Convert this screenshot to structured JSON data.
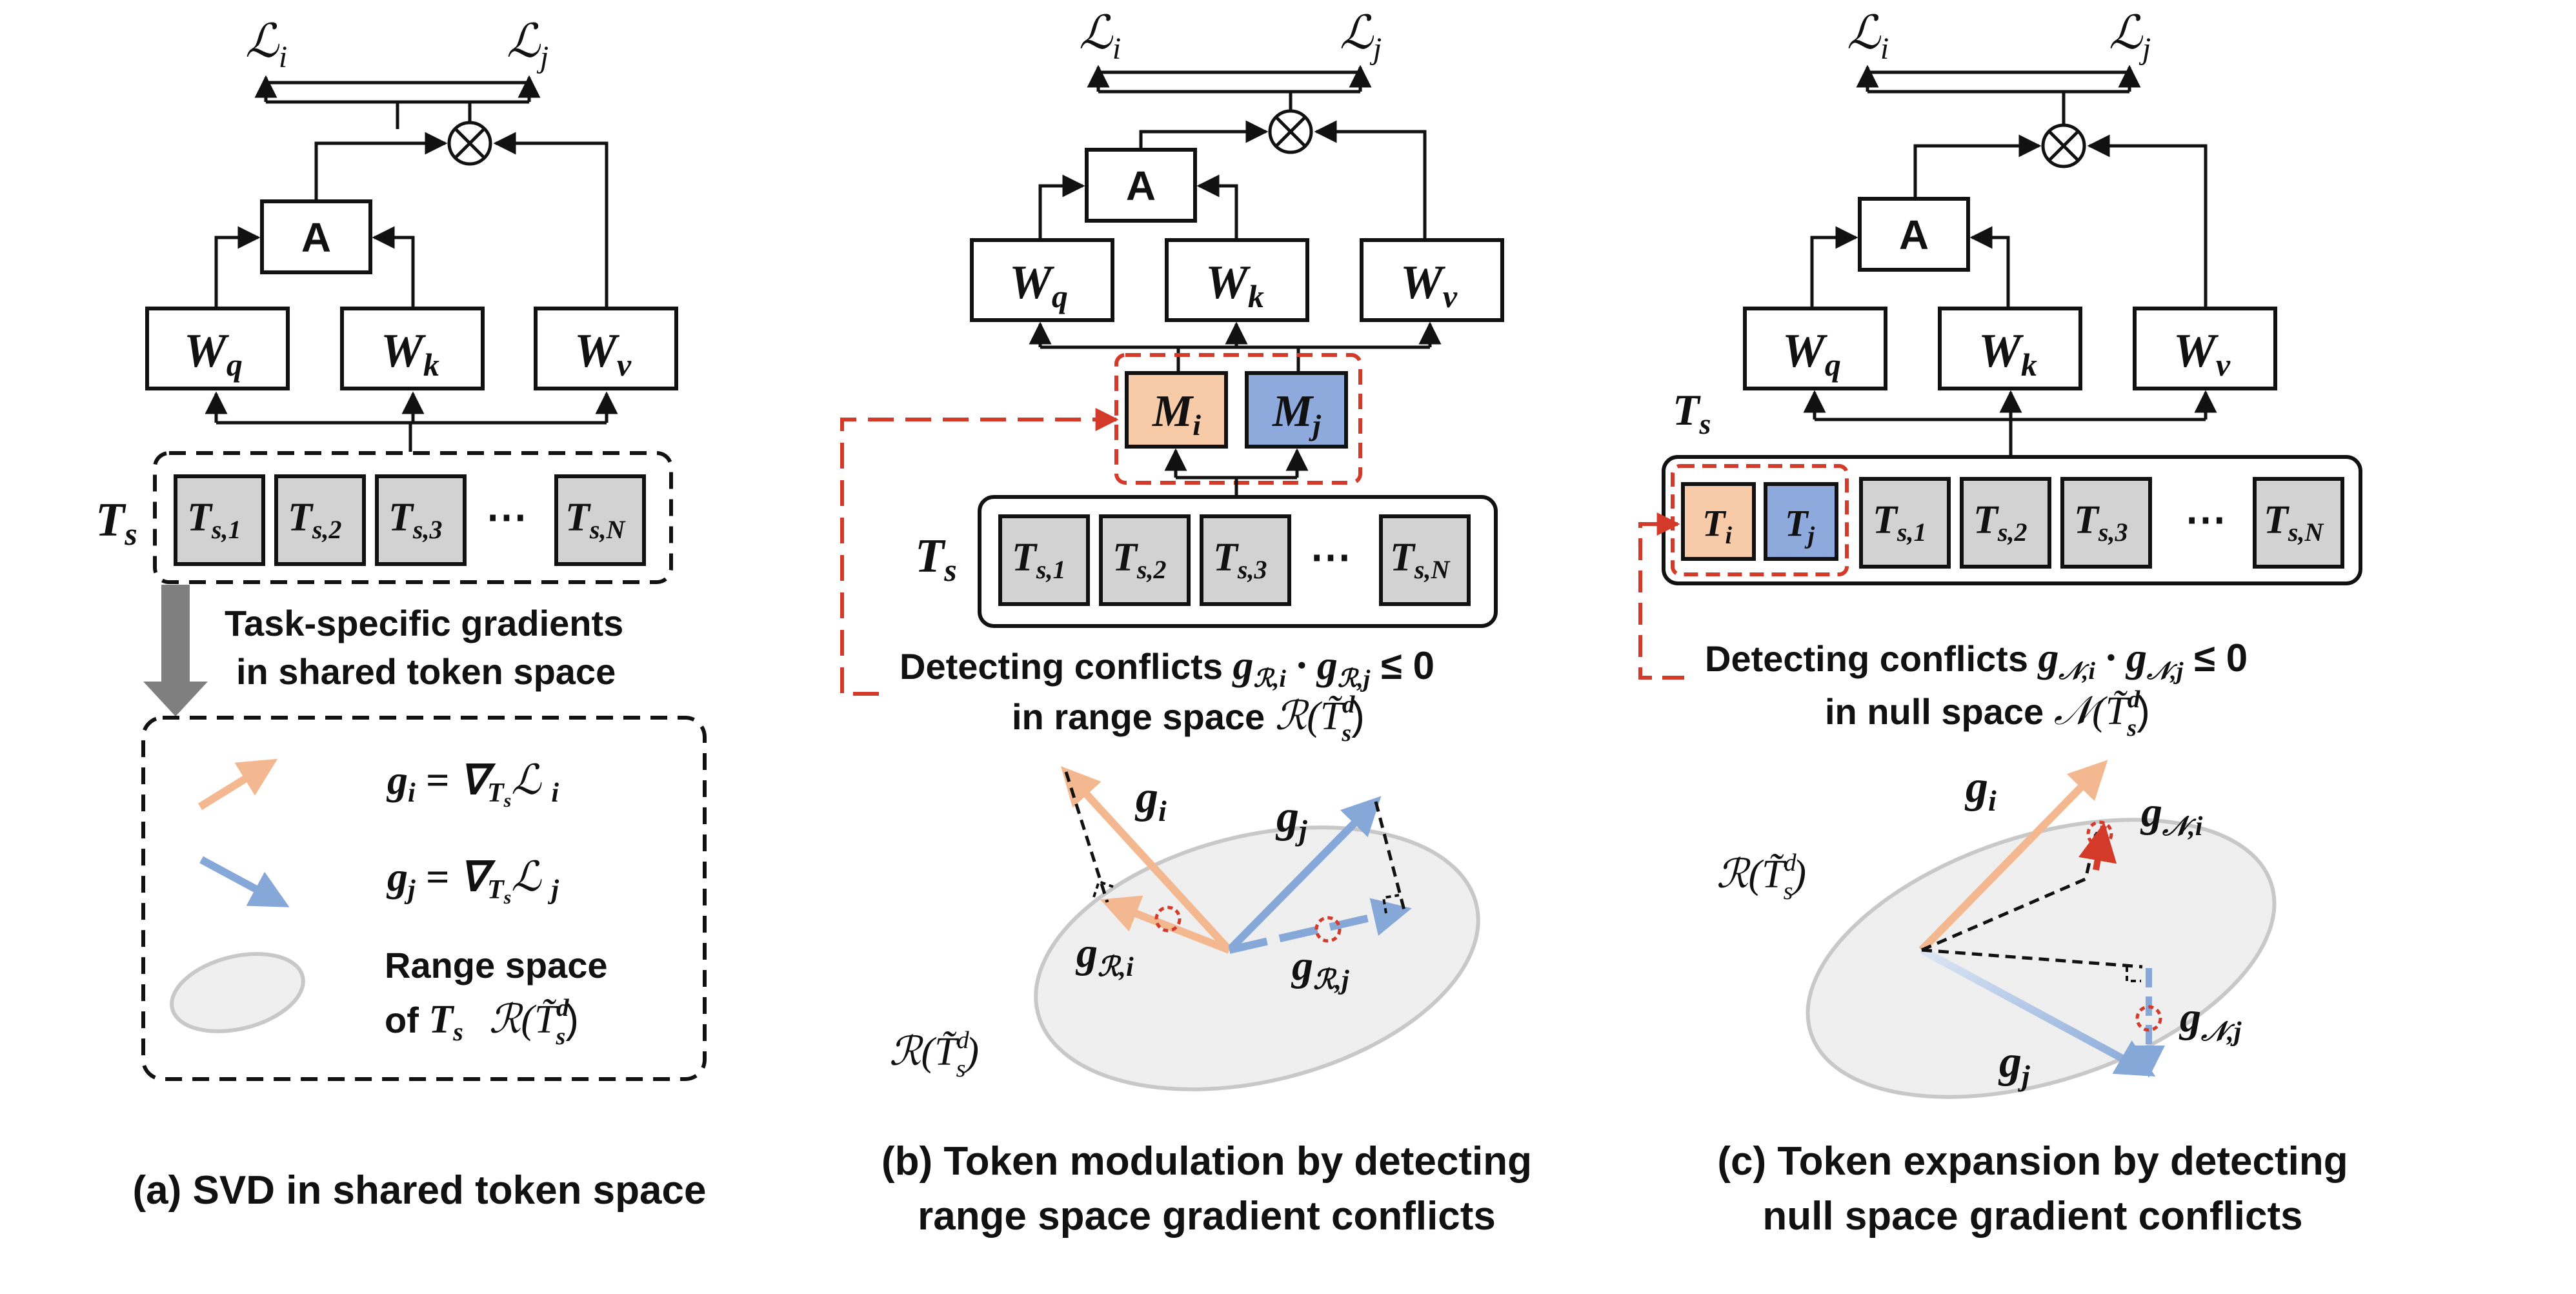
{
  "colors": {
    "line": "#111111",
    "token_fill": "#d2d2d2",
    "orange_fill": "#f8cba8",
    "blue_fill": "#8ea9dc",
    "orange_arrow": "#f4b890",
    "blue_arrow": "#86a8d8",
    "red_dash": "#d43a2a",
    "grey_arrow": "#7f7f7f",
    "ellipse_fill": "#efefef",
    "ellipse_stroke": "#c8c8c8"
  },
  "panel_a": {
    "loss_i": "ℒ",
    "loss_i_sub": "i",
    "loss_j": "ℒ",
    "loss_j_sub": "j",
    "attn": "A",
    "wq": "W",
    "wq_sub": "q",
    "wk": "W",
    "wk_sub": "k",
    "wv": "W",
    "wv_sub": "v",
    "ts": "T",
    "ts_sub": "s",
    "tokens": [
      {
        "main": "T",
        "sub": "s,1"
      },
      {
        "main": "T",
        "sub": "s,2"
      },
      {
        "main": "T",
        "sub": "s,3"
      },
      {
        "main": "T",
        "sub": "s,N"
      }
    ],
    "dots": "⋯",
    "gradient_text_1": "Task-specific gradients",
    "gradient_text_2": "in shared token space",
    "legend_gi": "g",
    "legend_gi_sub": "i",
    "legend_gi_eq": " = ∇",
    "legend_gi_ts": "T",
    "legend_gi_ts_sub": "s",
    "legend_gi_loss": "ℒ",
    "legend_gi_loss_sub": "i",
    "legend_gj": "g",
    "legend_gj_sub": "j",
    "legend_gj_eq": " = ∇",
    "legend_gj_ts": "T",
    "legend_gj_ts_sub": "s",
    "legend_gj_loss": "ℒ",
    "legend_gj_loss_sub": "j",
    "range_1": "Range space",
    "range_2_prefix": "of ",
    "range_2_t": "T",
    "range_2_t_sub": "s",
    "range_2_r": "ℛ(T̃",
    "range_2_r_sup": "d",
    "range_2_r_sub": "s",
    "range_2_close": ")",
    "caption": "(a) SVD in shared token space"
  },
  "panel_b": {
    "loss_i": "ℒ",
    "loss_i_sub": "i",
    "loss_j": "ℒ",
    "loss_j_sub": "j",
    "attn": "A",
    "wq": "W",
    "wq_sub": "q",
    "wk": "W",
    "wk_sub": "k",
    "wv": "W",
    "wv_sub": "v",
    "mi": "M",
    "mi_sub": "i",
    "mj": "M",
    "mj_sub": "j",
    "ts": "T",
    "ts_sub": "s",
    "tokens": [
      {
        "main": "T",
        "sub": "s,1"
      },
      {
        "main": "T",
        "sub": "s,2"
      },
      {
        "main": "T",
        "sub": "s,3"
      },
      {
        "main": "T",
        "sub": "s,N"
      }
    ],
    "dots": "⋯",
    "detect_1": "Detecting conflicts ",
    "detect_1_math": "g",
    "detect_1_sub1": "ℛ,i",
    "detect_1_dot": " · g",
    "detect_1_sub2": "ℛ,j",
    "detect_1_leq": " ≤ 0",
    "detect_2": "in range space ",
    "detect_2_math": "ℛ(T̃",
    "detect_2_sup": "d",
    "detect_2_sub": "s",
    "detect_2_close": ")",
    "gi": "g",
    "gi_sub": "i",
    "gj": "g",
    "gj_sub": "j",
    "gri": "g",
    "gri_sub": "ℛ,i",
    "grj": "g",
    "grj_sub": "ℛ,j",
    "range_label": "ℛ(T̃",
    "range_label_sup": "d",
    "range_label_sub": "s",
    "range_label_close": ")",
    "caption_1": "(b) Token modulation by detecting",
    "caption_2": "range space gradient conflicts"
  },
  "panel_c": {
    "loss_i": "ℒ",
    "loss_i_sub": "i",
    "loss_j": "ℒ",
    "loss_j_sub": "j",
    "attn": "A",
    "wq": "W",
    "wq_sub": "q",
    "wk": "W",
    "wk_sub": "k",
    "wv": "W",
    "wv_sub": "v",
    "ts": "T",
    "ts_sub": "s",
    "ti": "T",
    "ti_sub": "i",
    "tj": "T",
    "tj_sub": "j",
    "tokens": [
      {
        "main": "T",
        "sub": "s,1"
      },
      {
        "main": "T",
        "sub": "s,2"
      },
      {
        "main": "T",
        "sub": "s,3"
      },
      {
        "main": "T",
        "sub": "s,N"
      }
    ],
    "dots": "⋯",
    "detect_1": "Detecting conflicts ",
    "detect_1_math": "g",
    "detect_1_sub1": "𝒩,i",
    "detect_1_dot": " · g",
    "detect_1_sub2": "𝒩,j",
    "detect_1_leq": " ≤ 0",
    "detect_2": "in null space ",
    "detect_2_math": "𝒩(T̃",
    "detect_2_sup": "d",
    "detect_2_sub": "s",
    "detect_2_close": ")",
    "gi": "g",
    "gi_sub": "i",
    "gj": "g",
    "gj_sub": "j",
    "gni": "g",
    "gni_sub": "𝒩,i",
    "gnj": "g",
    "gnj_sub": "𝒩,j",
    "range_label": "ℛ(T̃",
    "range_label_sup": "d",
    "range_label_sub": "s",
    "range_label_close": ")",
    "caption_1": "(c) Token expansion by detecting",
    "caption_2": "null space gradient conflicts"
  }
}
